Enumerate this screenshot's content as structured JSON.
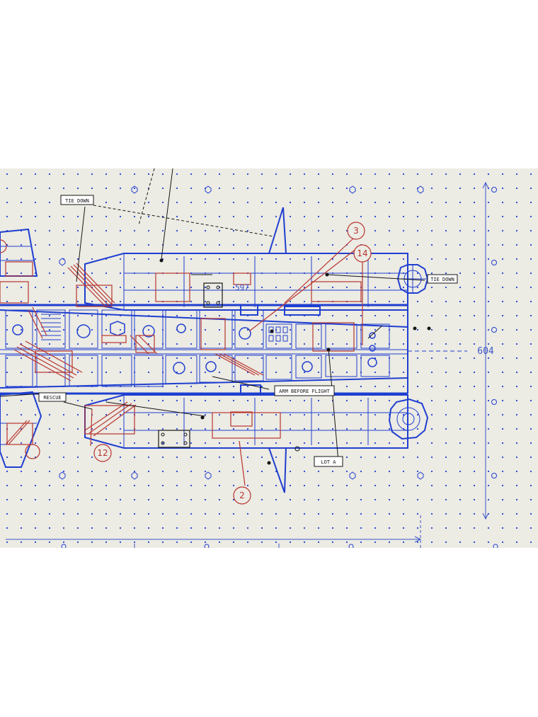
{
  "diagram": {
    "labels": {
      "tie_down_left": "TIE DOWN",
      "tie_down_right": "TIE DOWN",
      "rescue": "RESCUE",
      "anti_flight": "ARM BEFORE FLIGHT",
      "lot": "LOT  A",
      "hull_number": "597",
      "dimension": "604"
    },
    "callouts": [
      "3",
      "14",
      "12",
      "2"
    ],
    "colors": {
      "paper": "#ecebe4",
      "structure": "#1f3fd0",
      "annotation": "#b8352f",
      "leader": "#141414"
    }
  }
}
